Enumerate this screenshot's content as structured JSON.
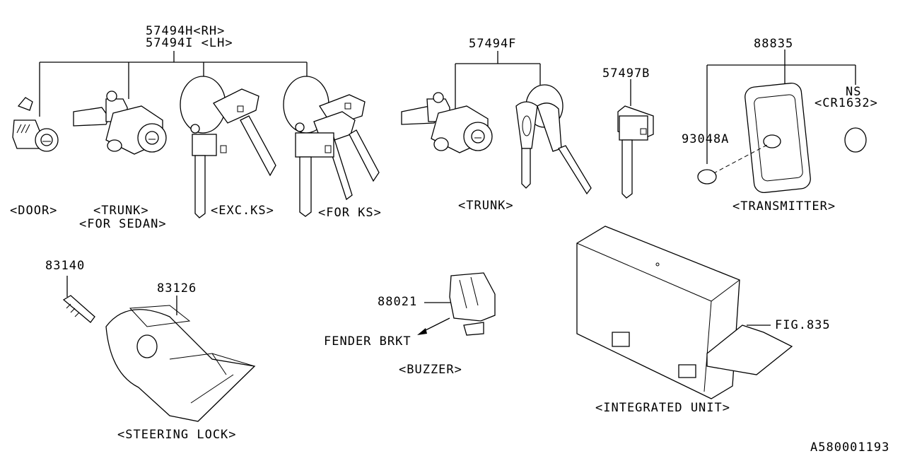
{
  "diagram": {
    "footer_code": "A580001193",
    "groups": {
      "cylinder_set": {
        "part_rh": "57494H<RH>",
        "part_lh": "57494I <LH>",
        "caption_door": "<DOOR>",
        "caption_trunk": "<TRUNK>",
        "caption_trunk_sub": "<FOR SEDAN>",
        "caption_exc_ks": "<EXC.KS>",
        "caption_for_ks": "<FOR KS>"
      },
      "trunk_set": {
        "part": "57494F",
        "caption": "<TRUNK>"
      },
      "blank_key": {
        "part": "57497B"
      },
      "transmitter": {
        "part": "88835",
        "part_ns": "NS",
        "part_battery": "<CR1632>",
        "part_seal": "93048A",
        "caption": "<TRANSMITTER>"
      },
      "steering_lock": {
        "part_bolt": "83140",
        "part_lock": "83126",
        "caption": "<STEERING LOCK>"
      },
      "buzzer": {
        "part": "88021",
        "note": "FENDER BRKT",
        "caption": "<BUZZER>"
      },
      "integrated_unit": {
        "fig_ref": "FIG.835",
        "caption": "<INTEGRATED UNIT>"
      }
    }
  }
}
